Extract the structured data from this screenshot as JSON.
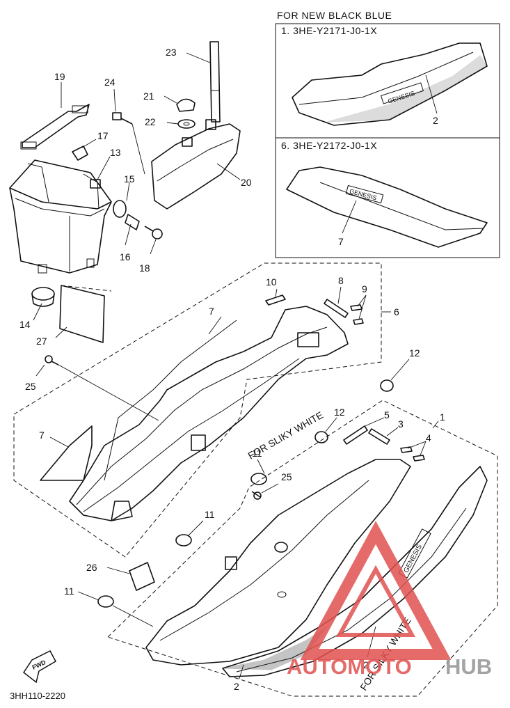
{
  "header": {
    "title": "FOR NEW BLACK BLUE",
    "variant1": "1. 3HE-Y2171-J0-1X",
    "variant2": "6. 3HE-Y2172-J0-1X"
  },
  "callouts": {
    "c1": "1",
    "c2a": "2",
    "c2b": "2",
    "c2c": "2",
    "c3": "3",
    "c4": "4",
    "c5": "5",
    "c6": "6",
    "c7a": "7",
    "c7b": "7",
    "c7c": "7",
    "c8": "8",
    "c9": "9",
    "c10": "10",
    "c11a": "11",
    "c11b": "11",
    "c11c": "11",
    "c12a": "12",
    "c12b": "12",
    "c13": "13",
    "c14": "14",
    "c15": "15",
    "c16": "16",
    "c17": "17",
    "c18": "18",
    "c19": "19",
    "c20": "20",
    "c21": "21",
    "c22": "22",
    "c23": "23",
    "c24": "24",
    "c25a": "25",
    "c25b": "25",
    "c26": "26",
    "c27": "27"
  },
  "notes": {
    "silky_white_1": "FOR SILKY WHITE",
    "silky_white_2": "FOR SLIKY WHITE",
    "fwd": "FWD",
    "logo": "GENESIS",
    "diagram_code": "3HH110-2220"
  },
  "watermark": {
    "text_red": "AUTOMOTO",
    "text_gray": "HUB",
    "colors": {
      "red": "#e0524f",
      "gray": "#9a9a9a"
    }
  }
}
